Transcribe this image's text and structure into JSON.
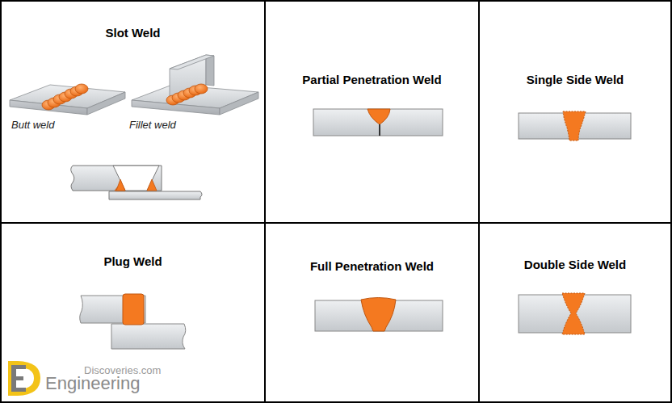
{
  "diagram": {
    "nodes": [
      {
        "text": [
          "Slot Weld"
        ]
      },
      {
        "text": [
          "Partial Penetration Weld"
        ]
      },
      {
        "text": [
          "Single Side Weld"
        ]
      },
      {
        "text": [
          "Plug Weld"
        ]
      },
      {
        "text": [
          "Full Penetration Weld"
        ]
      },
      {
        "text": [
          "Double Side Weld"
        ]
      }
    ],
    "labels": [
      "Butt weld",
      "Fillet weld",
      "Discoveries.com",
      "Engineering"
    ]
  }
}
